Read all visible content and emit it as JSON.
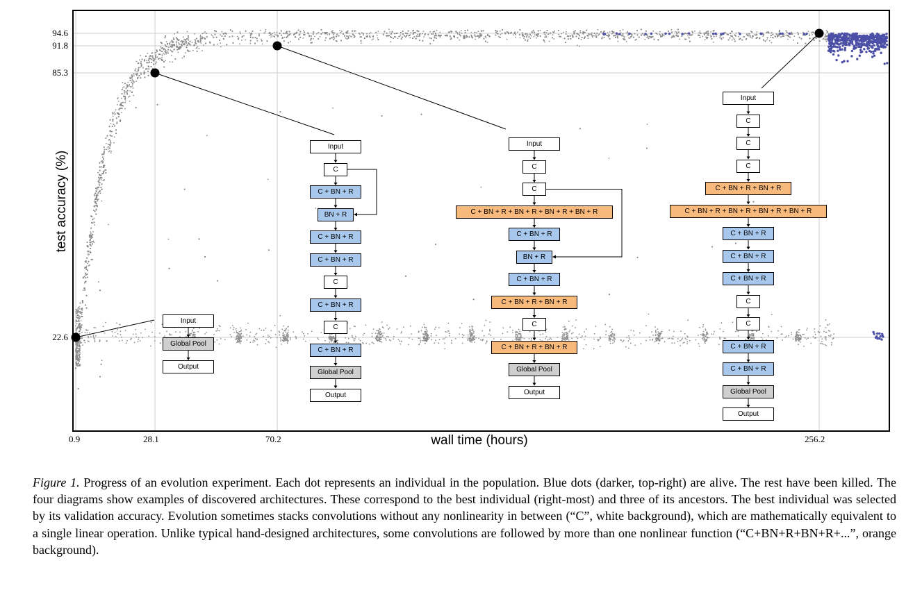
{
  "chart_data": {
    "type": "scatter",
    "xlabel": "wall time (hours)",
    "ylabel": "test accuracy (%)",
    "x_ticks": [
      "0.9",
      "28.1",
      "70.2",
      "256.2"
    ],
    "y_ticks": [
      "94.6",
      "91.8",
      "85.3",
      "22.6"
    ],
    "grid": true,
    "highlighted_points": [
      {
        "x": 0.9,
        "y": 22.6
      },
      {
        "x": 28.1,
        "y": 85.3
      },
      {
        "x": 70.2,
        "y": 91.8
      },
      {
        "x": 256.2,
        "y": 94.6
      }
    ],
    "point_colors": {
      "killed": "#8c8c8c",
      "alive": "#4b4fa6",
      "highlight": "#000000"
    }
  },
  "block_colors": {
    "C": "#ffffff",
    "C+BN+R": "#a7c8ec",
    "multi": "#f7b97c",
    "pool": "#cfcfcf"
  },
  "diagrams": [
    {
      "blocks": [
        "Input",
        "Global Pool",
        "Output"
      ]
    },
    {
      "blocks": [
        "Input",
        "C",
        "C + BN + R",
        "BN + R",
        "C + BN + R",
        "C + BN + R",
        "C",
        "C + BN + R",
        "C",
        "C + BN + R",
        "Global Pool",
        "Output"
      ]
    },
    {
      "blocks": [
        "Input",
        "C",
        "C",
        "C + BN + R + BN + R + BN + R + BN + R",
        "C + BN + R",
        "BN + R",
        "C + BN + R",
        "C + BN + R + BN + R",
        "C",
        "C + BN + R + BN + R",
        "Global Pool",
        "Output"
      ]
    },
    {
      "blocks": [
        "Input",
        "C",
        "C",
        "C",
        "C + BN + R + BN + R",
        "C + BN + R + BN + R + BN + R + BN + R",
        "C + BN + R",
        "C + BN + R",
        "C + BN + R",
        "C",
        "C",
        "C + BN + R",
        "C + BN + R",
        "Global Pool",
        "Output"
      ]
    }
  ],
  "caption": {
    "lead": "Figure 1.",
    "text": " Progress of an evolution experiment. Each dot represents an individual in the population. Blue dots (darker, top-right) are alive. The rest have been killed. The four diagrams show examples of discovered architectures. These correspond to the best individual (right-most) and three of its ancestors. The best individual was selected by its validation accuracy. Evolution sometimes stacks convolutions without any nonlinearity in between (“C”, white background), which are mathematically equivalent to a single linear operation. Unlike typical hand-designed architectures, some convolutions are followed by more than one nonlinear function (“C+BN+R+BN+R+...”, orange background)."
  }
}
